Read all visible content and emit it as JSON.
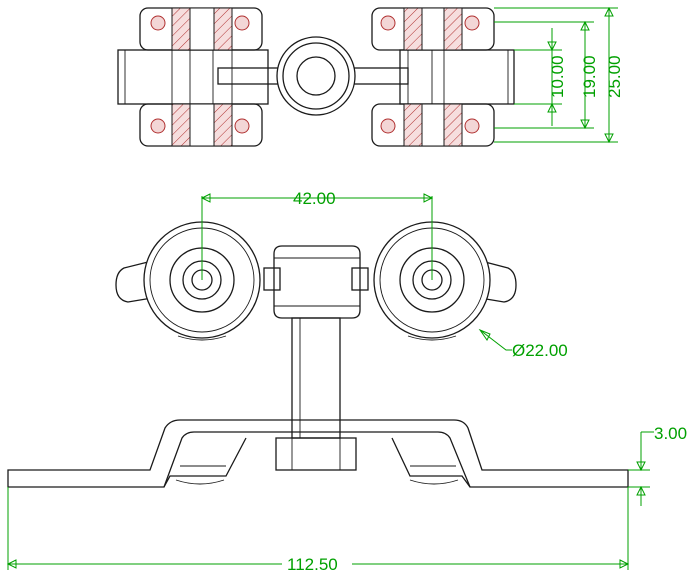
{
  "drawing": {
    "dimensions": {
      "d10": "10.00",
      "d19": "19.00",
      "d25": "25.00",
      "d42": "42.00",
      "dia22": "Ø22.00",
      "d3": "3.00",
      "d112": "112.50"
    },
    "colors": {
      "outline": "#1a1a1a",
      "dimension": "#00a000",
      "section_hatch": "#b03030",
      "section_fill": "#f3d6d6"
    }
  }
}
